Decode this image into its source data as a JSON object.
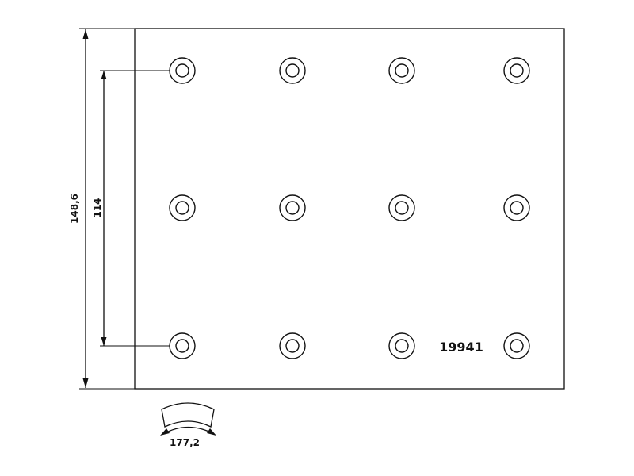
{
  "drawing": {
    "part_number": "19941",
    "dimensions": {
      "overall_height": "148,6",
      "hole_spacing": "114",
      "arc_length": "177,2"
    },
    "rivet_rows": [
      [
        "rivet",
        "rivet",
        "rivet",
        "rivet"
      ],
      [
        "rivet",
        "rivet",
        "rivet",
        "rivet"
      ],
      [
        "rivet",
        "rivet",
        "rivet",
        "rivet"
      ]
    ],
    "line_color": "#111111",
    "background_color": "#ffffff"
  }
}
